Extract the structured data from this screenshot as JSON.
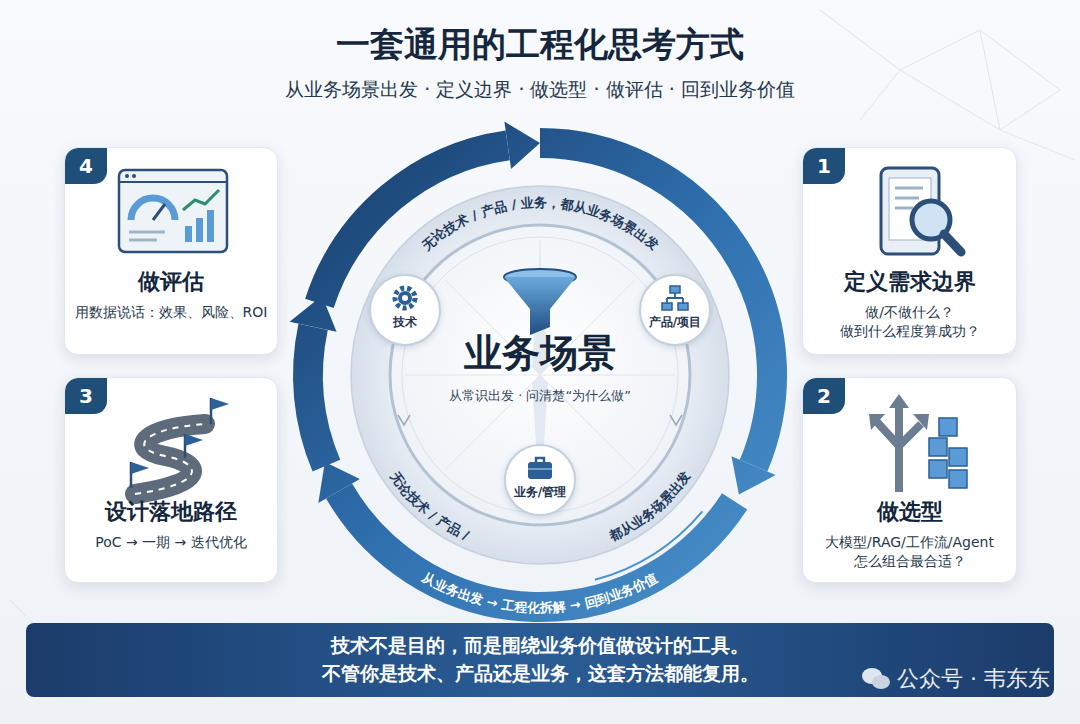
{
  "diagram": {
    "title": "一套通用的工程化思考方式",
    "nodes": [
      {
        "text": [
          "1",
          "定义需求边界",
          "做/不做什么？ 做到什么程度算成功？"
        ]
      },
      {
        "text": [
          "2",
          "做选型",
          "大模型/RAG/工作流/Agent 怎么组合最合适？"
        ]
      },
      {
        "text": [
          "3",
          "设计落地路径",
          "PoC → 一期 → 迭代优化"
        ]
      },
      {
        "text": [
          "4",
          "做评估",
          "用数据说话：效果、风险、ROI"
        ]
      },
      {
        "text": [
          "业务场景",
          "从常识出发 · 问清楚“为什么做”"
        ]
      },
      {
        "text": [
          "技术"
        ],
        "in": 4
      },
      {
        "text": [
          "产品/项目"
        ],
        "in": 4
      },
      {
        "text": [
          "业务/管理"
        ],
        "in": 4
      },
      {
        "text": [
          "技术不是目的，而是围绕业务价值做设计的工具。 不管你是技术、产品还是业务，这套方法都能复用。"
        ]
      }
    ],
    "labels": [
      "从业务场景出发 · 定义边界 · 做选型 · 做评估 · 回到业务价值",
      "无论技术 / 产品 / 业务，都从业务场景出发",
      "无论技术 / 产品 /",
      "都从业务场景出发",
      "从业务出发 → 工程化拆解 → 回到业务价值",
      "公众号 · 韦东东"
    ]
  }
}
